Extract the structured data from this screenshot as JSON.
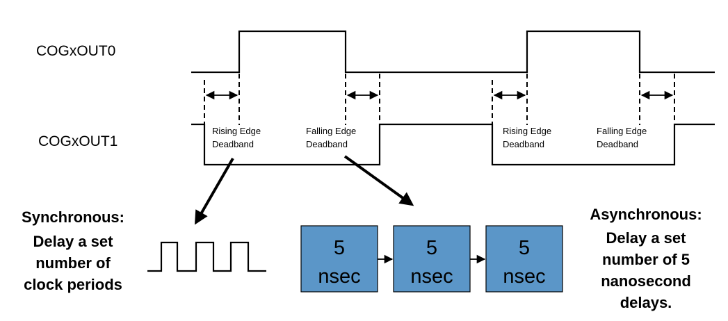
{
  "signals": {
    "out0": "COGxOUT0",
    "out1": "COGxOUT1"
  },
  "deadband": {
    "rising_l1": "Rising Edge",
    "rising_l2": "Deadband",
    "falling_l1": "Falling Edge",
    "falling_l2": "Deadband"
  },
  "sync": {
    "title": "Synchronous:",
    "l1": "Delay a set",
    "l2": "number of",
    "l3": "clock periods"
  },
  "async": {
    "title": "Asynchronous:",
    "l1": "Delay a set",
    "l2": "number of 5",
    "l3": "nanosecond",
    "l4": "delays."
  },
  "delay_blocks": [
    {
      "value": "5",
      "unit": "nsec"
    },
    {
      "value": "5",
      "unit": "nsec"
    },
    {
      "value": "5",
      "unit": "nsec"
    }
  ],
  "colors": {
    "block_fill": "#5b96c8",
    "line": "#000000",
    "background": "#ffffff"
  }
}
